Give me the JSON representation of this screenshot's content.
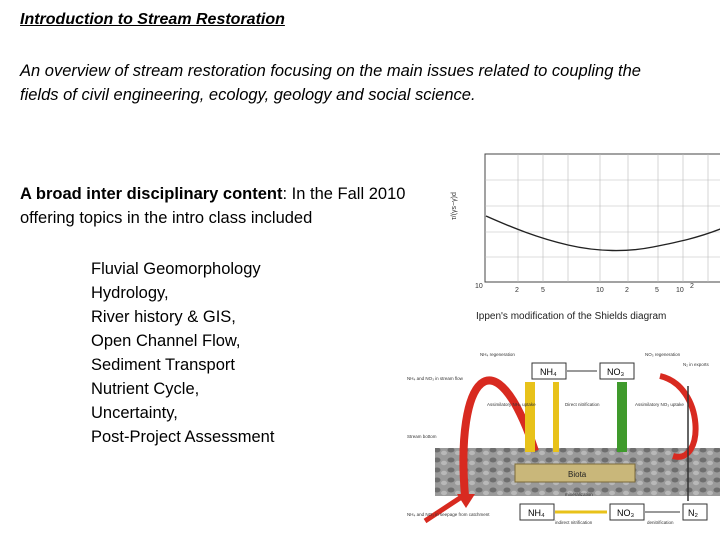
{
  "slide": {
    "title": "Introduction to Stream Restoration",
    "overview": "An overview of stream restoration focusing on the main issues related to coupling the fields of civil engineering, ecology, geology and social science.",
    "broad_label": "A broad inter disciplinary content",
    "broad_text": ": In the Fall 2010 offering topics in the intro class included",
    "topics": [
      "Fluvial Geomorphology",
      "Hydrology,",
      "River history & GIS,",
      "Open Channel Flow,",
      "Sediment Transport",
      "Nutrient Cycle,",
      "Uncertainty,",
      "Post-Project Assessment"
    ]
  },
  "figure_shields": {
    "caption": "Ippen's modification of the Shields diagram",
    "tick_labels": [
      "10",
      "2",
      "5",
      "10",
      "2",
      "5",
      "10",
      "2"
    ]
  },
  "figure_nutrient": {
    "nh4": "NH₄",
    "no3": "NO₃",
    "n2": "N₂",
    "biota": "Biota",
    "nh4_regeneration": "NH₄ regeneration",
    "no3_regeneration": "NO₃ regeneration",
    "stream_flow": "NH₄ and NO₃ in stream flow",
    "in_exports": "N₂ in exports",
    "assim_nh4": "Assimilatory NH₄ uptake",
    "direct_nitr": "Direct nitrification",
    "assim_no3": "Assimilatory NO₃ uptake",
    "stream_bottom": "Stream bottom",
    "mineralization": "mineralization",
    "indirect_nitr": "indirect nitrification",
    "denitrification": "denitrification",
    "seepage": "NH₄ and NO₃ in seepage from catchment"
  },
  "colors": {
    "arrow_red": "#d82a20",
    "arrow_green": "#3f9a2c",
    "arrow_yellow": "#e8c21a",
    "sediment": "#9a9a9a",
    "biota_fill": "#c9b77a"
  }
}
